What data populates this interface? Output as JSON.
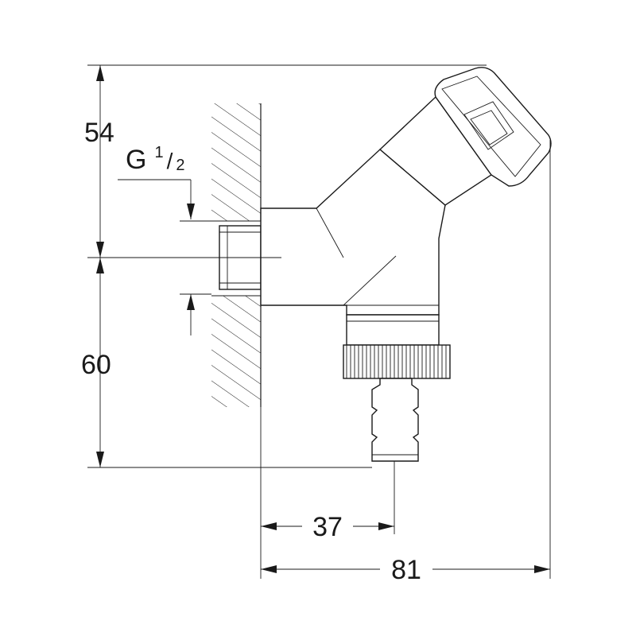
{
  "dimensions": {
    "height_upper": "54",
    "height_lower": "60",
    "width_outlet": "37",
    "width_total": "81"
  },
  "thread": {
    "letter": "G",
    "numerator": "1",
    "slash": "/",
    "denominator": "2"
  }
}
